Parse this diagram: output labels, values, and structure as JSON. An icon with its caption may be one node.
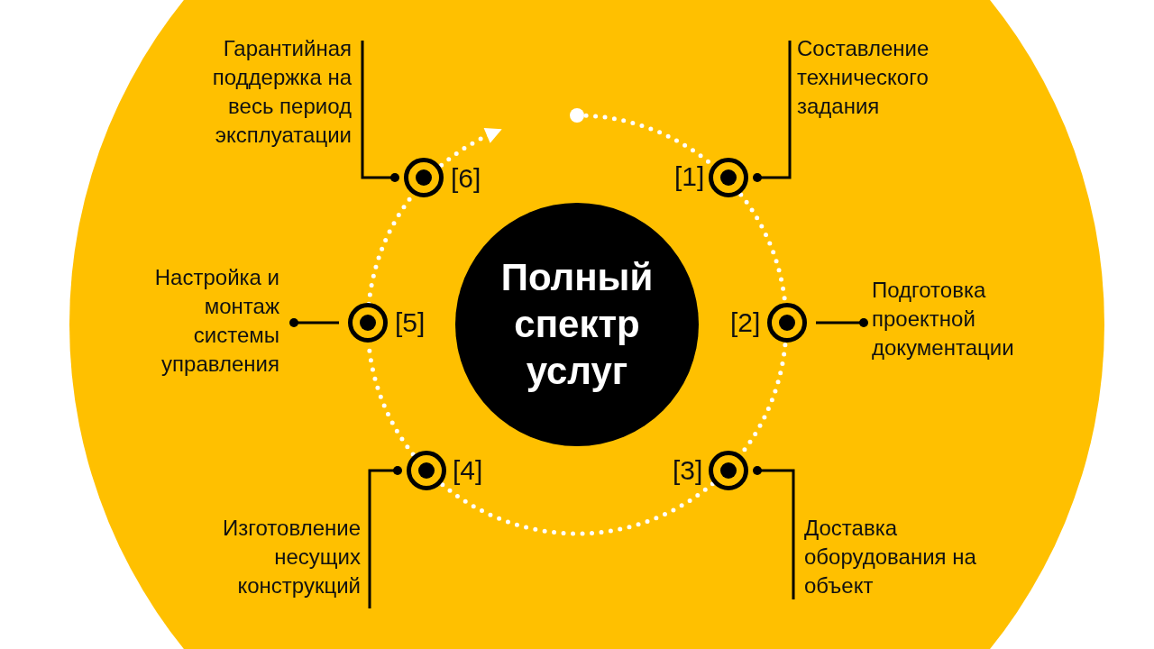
{
  "diagram": {
    "nodes": [
      {
        "text": [
          "Полный спектр услуг"
        ]
      },
      {
        "text": [],
        "shape": "circle"
      },
      {
        "text": [],
        "shape": "circle",
        "beside": [
          "[1]"
        ]
      },
      {
        "text": [],
        "shape": "circle",
        "beside": [
          "[2]"
        ]
      },
      {
        "text": [],
        "shape": "circle",
        "beside": [
          "[3]"
        ]
      },
      {
        "text": [],
        "shape": "circle",
        "beside": [
          "[4]"
        ]
      },
      {
        "text": [],
        "shape": "circle",
        "beside": [
          "[5]"
        ]
      },
      {
        "text": [],
        "shape": "circle",
        "beside": [
          "[6]"
        ]
      },
      {
        "text": [
          "Составление технического задания"
        ]
      },
      {
        "text": [
          "Подготовка проектной документации"
        ]
      },
      {
        "text": [
          "Доставка оборудования на объект"
        ]
      },
      {
        "text": [
          "Изготовление несущих конструкций"
        ]
      },
      {
        "text": [
          "Настройка и монтаж системы управления"
        ]
      },
      {
        "text": [
          "Гарантийная поддержка на весь период эксплуатации"
        ]
      }
    ],
    "edges": [
      {
        "from": 1,
        "to": 2,
        "arrow": "none",
        "style": "dashed"
      },
      {
        "from": 2,
        "to": 3,
        "arrow": "none",
        "style": "dashed"
      },
      {
        "from": 3,
        "to": 4,
        "arrow": "none",
        "style": "dashed"
      },
      {
        "from": 4,
        "to": 5,
        "arrow": "none",
        "style": "dashed"
      },
      {
        "from": 5,
        "to": 6,
        "arrow": "none",
        "style": "dashed"
      },
      {
        "from": 6,
        "to": 7,
        "arrow": "none",
        "style": "dashed"
      },
      {
        "from": 7,
        "to": null,
        "arrow": "to",
        "style": "dashed"
      },
      {
        "from": 8,
        "to": 2,
        "arrow": "other",
        "color": "#000000"
      },
      {
        "from": 3,
        "to": 9,
        "arrow": "other",
        "color": "#000000"
      },
      {
        "from": 10,
        "to": 4,
        "arrow": "other",
        "color": "#000000"
      },
      {
        "from": 11,
        "to": 5,
        "arrow": "other",
        "color": "#000000"
      },
      {
        "from": 6,
        "to": 12,
        "arrow": "other",
        "color": "#000000"
      },
      {
        "from": 13,
        "to": 7,
        "arrow": "other",
        "color": "#000000"
      }
    ]
  }
}
